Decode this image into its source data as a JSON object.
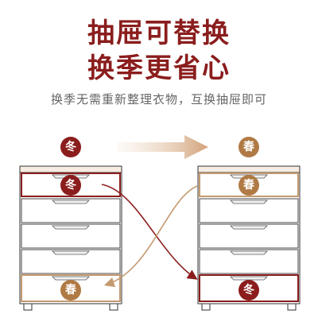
{
  "header": {
    "title_line1": "抽屉可替换",
    "title_line2": "换季更省心",
    "subtitle": "换季无需重新整理衣物，互换抽屉即可"
  },
  "seasons": {
    "winter": "冬",
    "spring": "春"
  },
  "colors": {
    "title": "#8b1d1d",
    "winter": "#8b1d1d",
    "spring": "#b07a45",
    "subtitle": "#666666",
    "outline": "#333333"
  }
}
